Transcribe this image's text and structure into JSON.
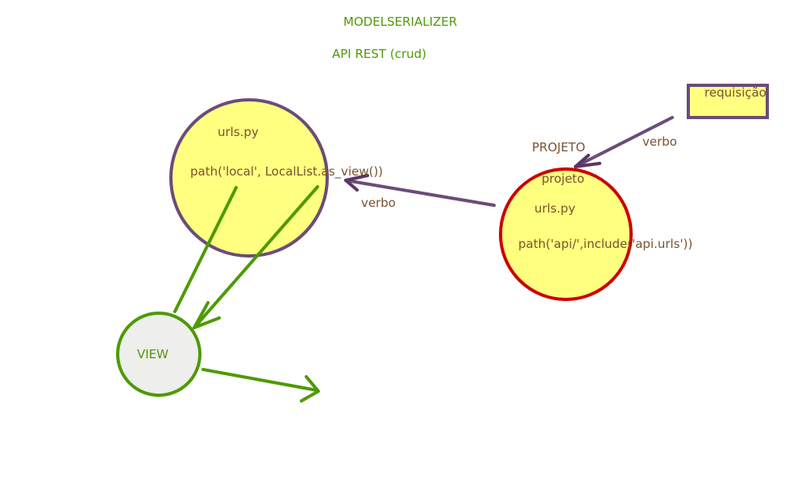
{
  "header": {
    "title": "MODELSERIALIZER",
    "subtitle": "API REST (crud)"
  },
  "request_box": {
    "label": "requisição"
  },
  "arrow_labels": {
    "request_to_project": "verbo",
    "project_to_app": "verbo"
  },
  "project_node": {
    "heading": "PROJETO",
    "name": "projeto",
    "file": "urls.py",
    "code": "path('api/',include('api.urls'))"
  },
  "app_node": {
    "file": "urls.py",
    "code": "path('local', LocalList.as_view())"
  },
  "view_node": {
    "label": "VIEW"
  },
  "colors": {
    "purple_stroke": "#6b4c7a",
    "dark_purple_arrow": "#5c3566",
    "red_stroke": "#cc0000",
    "green_stroke": "#4e9a06",
    "yellow_fill": "#ffff80",
    "view_fill": "#eeeeec",
    "brown_text": "#7a5230",
    "green_text": "#4e9a06"
  }
}
